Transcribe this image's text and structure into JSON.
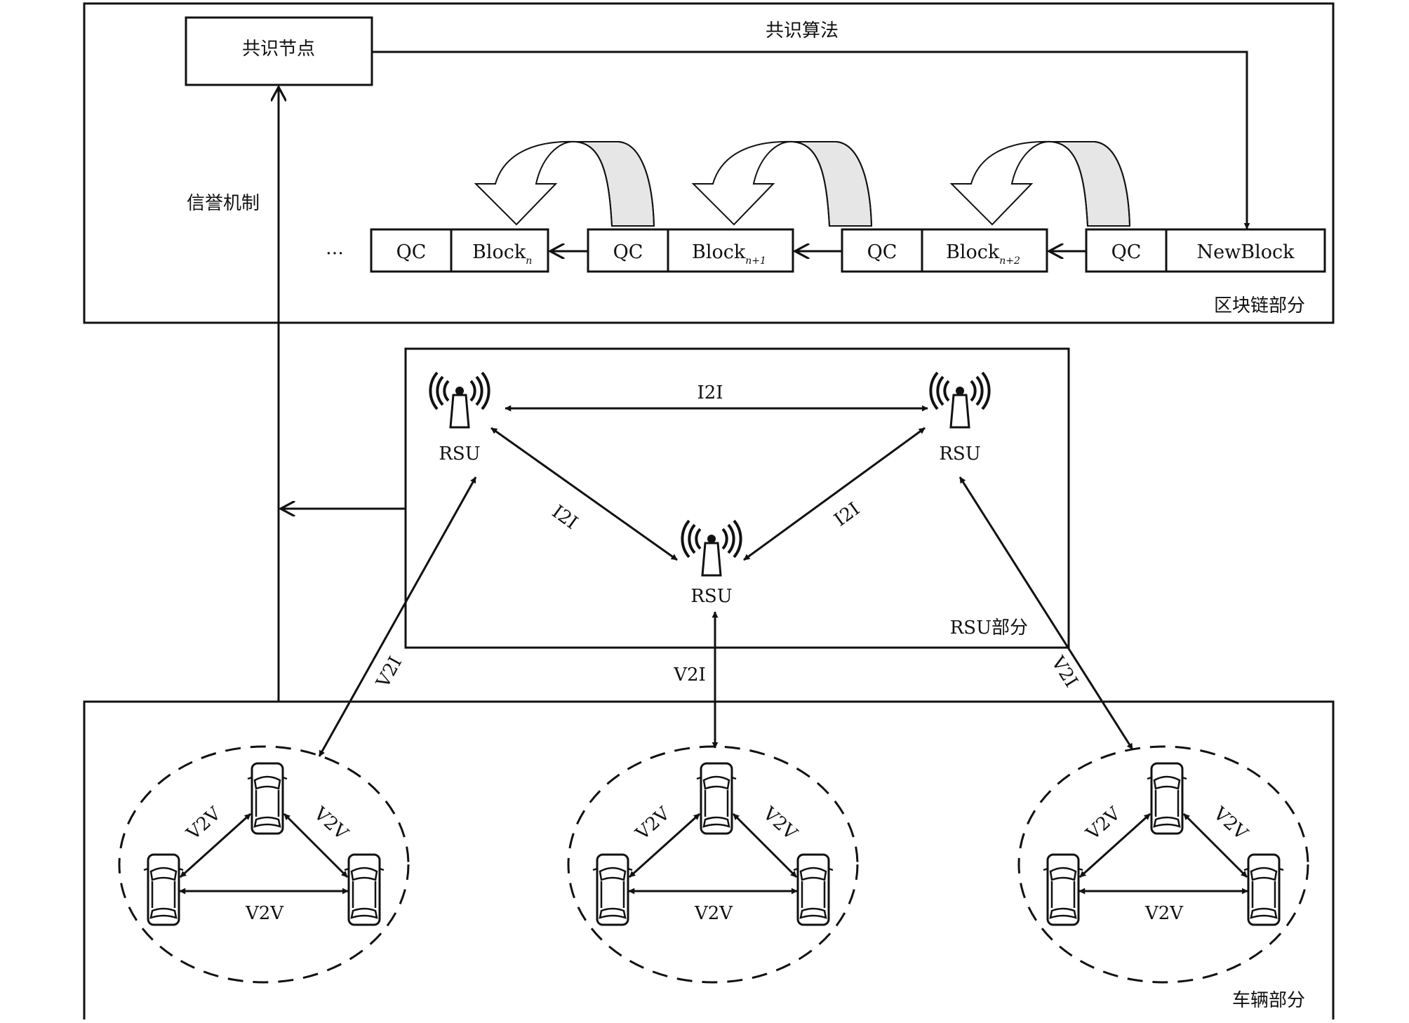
{
  "blockchain": {
    "section_label": "区块链部分",
    "consensus_node": "共识节点",
    "consensus_algorithm": "共识算法",
    "reputation": "信誉机制",
    "ellipsis": "…",
    "chain": [
      {
        "qc": "QC",
        "block": "Block",
        "sub": "n"
      },
      {
        "qc": "QC",
        "block": "Block",
        "sub": "n+1"
      },
      {
        "qc": "QC",
        "block": "Block",
        "sub": "n+2"
      },
      {
        "qc": "QC",
        "block": "NewBlock",
        "sub": ""
      }
    ]
  },
  "rsu_section": {
    "section_label": "RSU部分",
    "rsu_label": "RSU",
    "i2i_label": "I2I"
  },
  "vehicle_section": {
    "section_label": "车辆部分",
    "v2i_label": "V2I",
    "v2v_label": "V2V"
  },
  "icons": {
    "rsu": "antenna-tower-icon",
    "vehicle": "car-top-view-icon"
  }
}
